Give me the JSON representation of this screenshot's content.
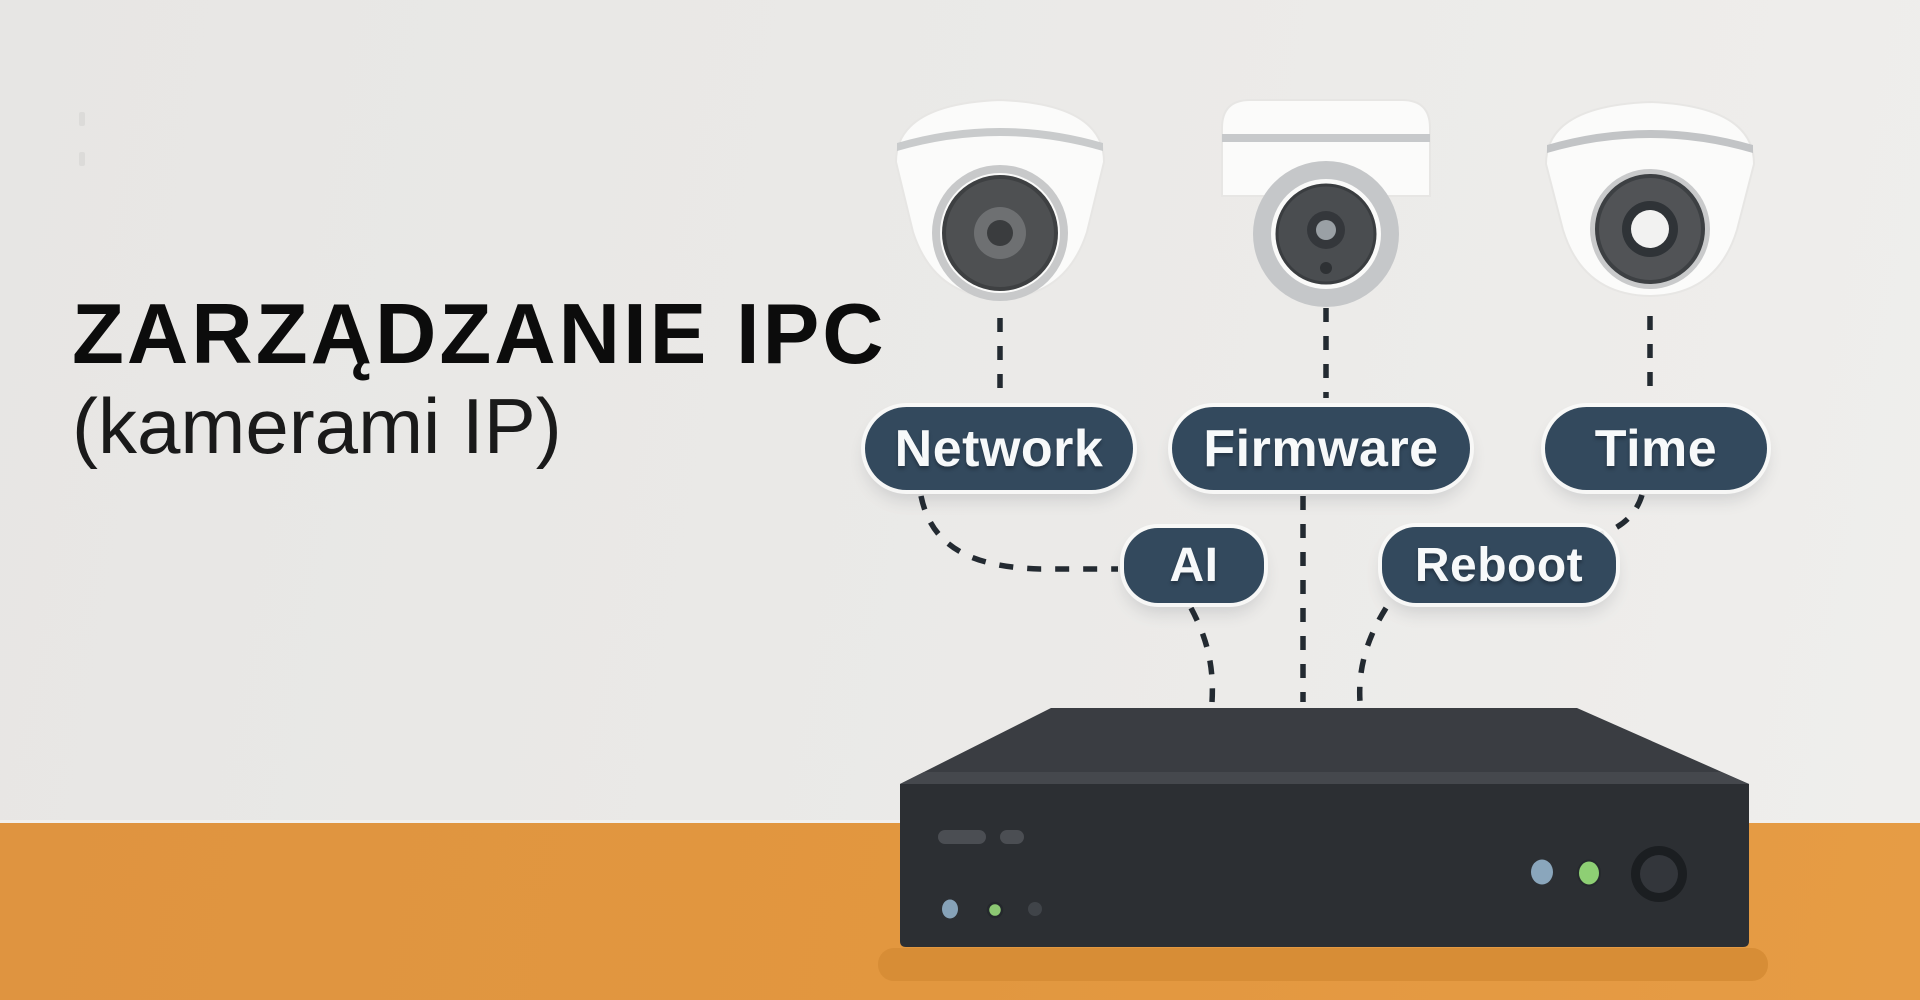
{
  "title": {
    "heading": "ZARZĄDZANIE IPC",
    "subheading": "(kamerami IP)"
  },
  "pills": {
    "network": "Network",
    "firmware": "Firmware",
    "time": "Time",
    "ai": "AI",
    "reboot": "Reboot"
  },
  "icons": {
    "camera_left": "dome-ip-camera",
    "camera_middle": "turret-ip-camera",
    "camera_right": "dome-ip-camera",
    "recorder": "nvr-recorder-box",
    "connectors": "dashed-link-lines"
  },
  "colors": {
    "wall": "#eae9e7",
    "floor": "#e2973f",
    "recorder_shadow": "#d78d36",
    "pill_background": "#33495d",
    "pill_text": "#f7f9fa",
    "connector_dash": "#232a31",
    "nvr_front": "#2c2f33",
    "nvr_top": "#3a3d42",
    "led_blue": "#8aa6bc",
    "led_green": "#8ecf74",
    "title_text": "#0c0c0c"
  }
}
